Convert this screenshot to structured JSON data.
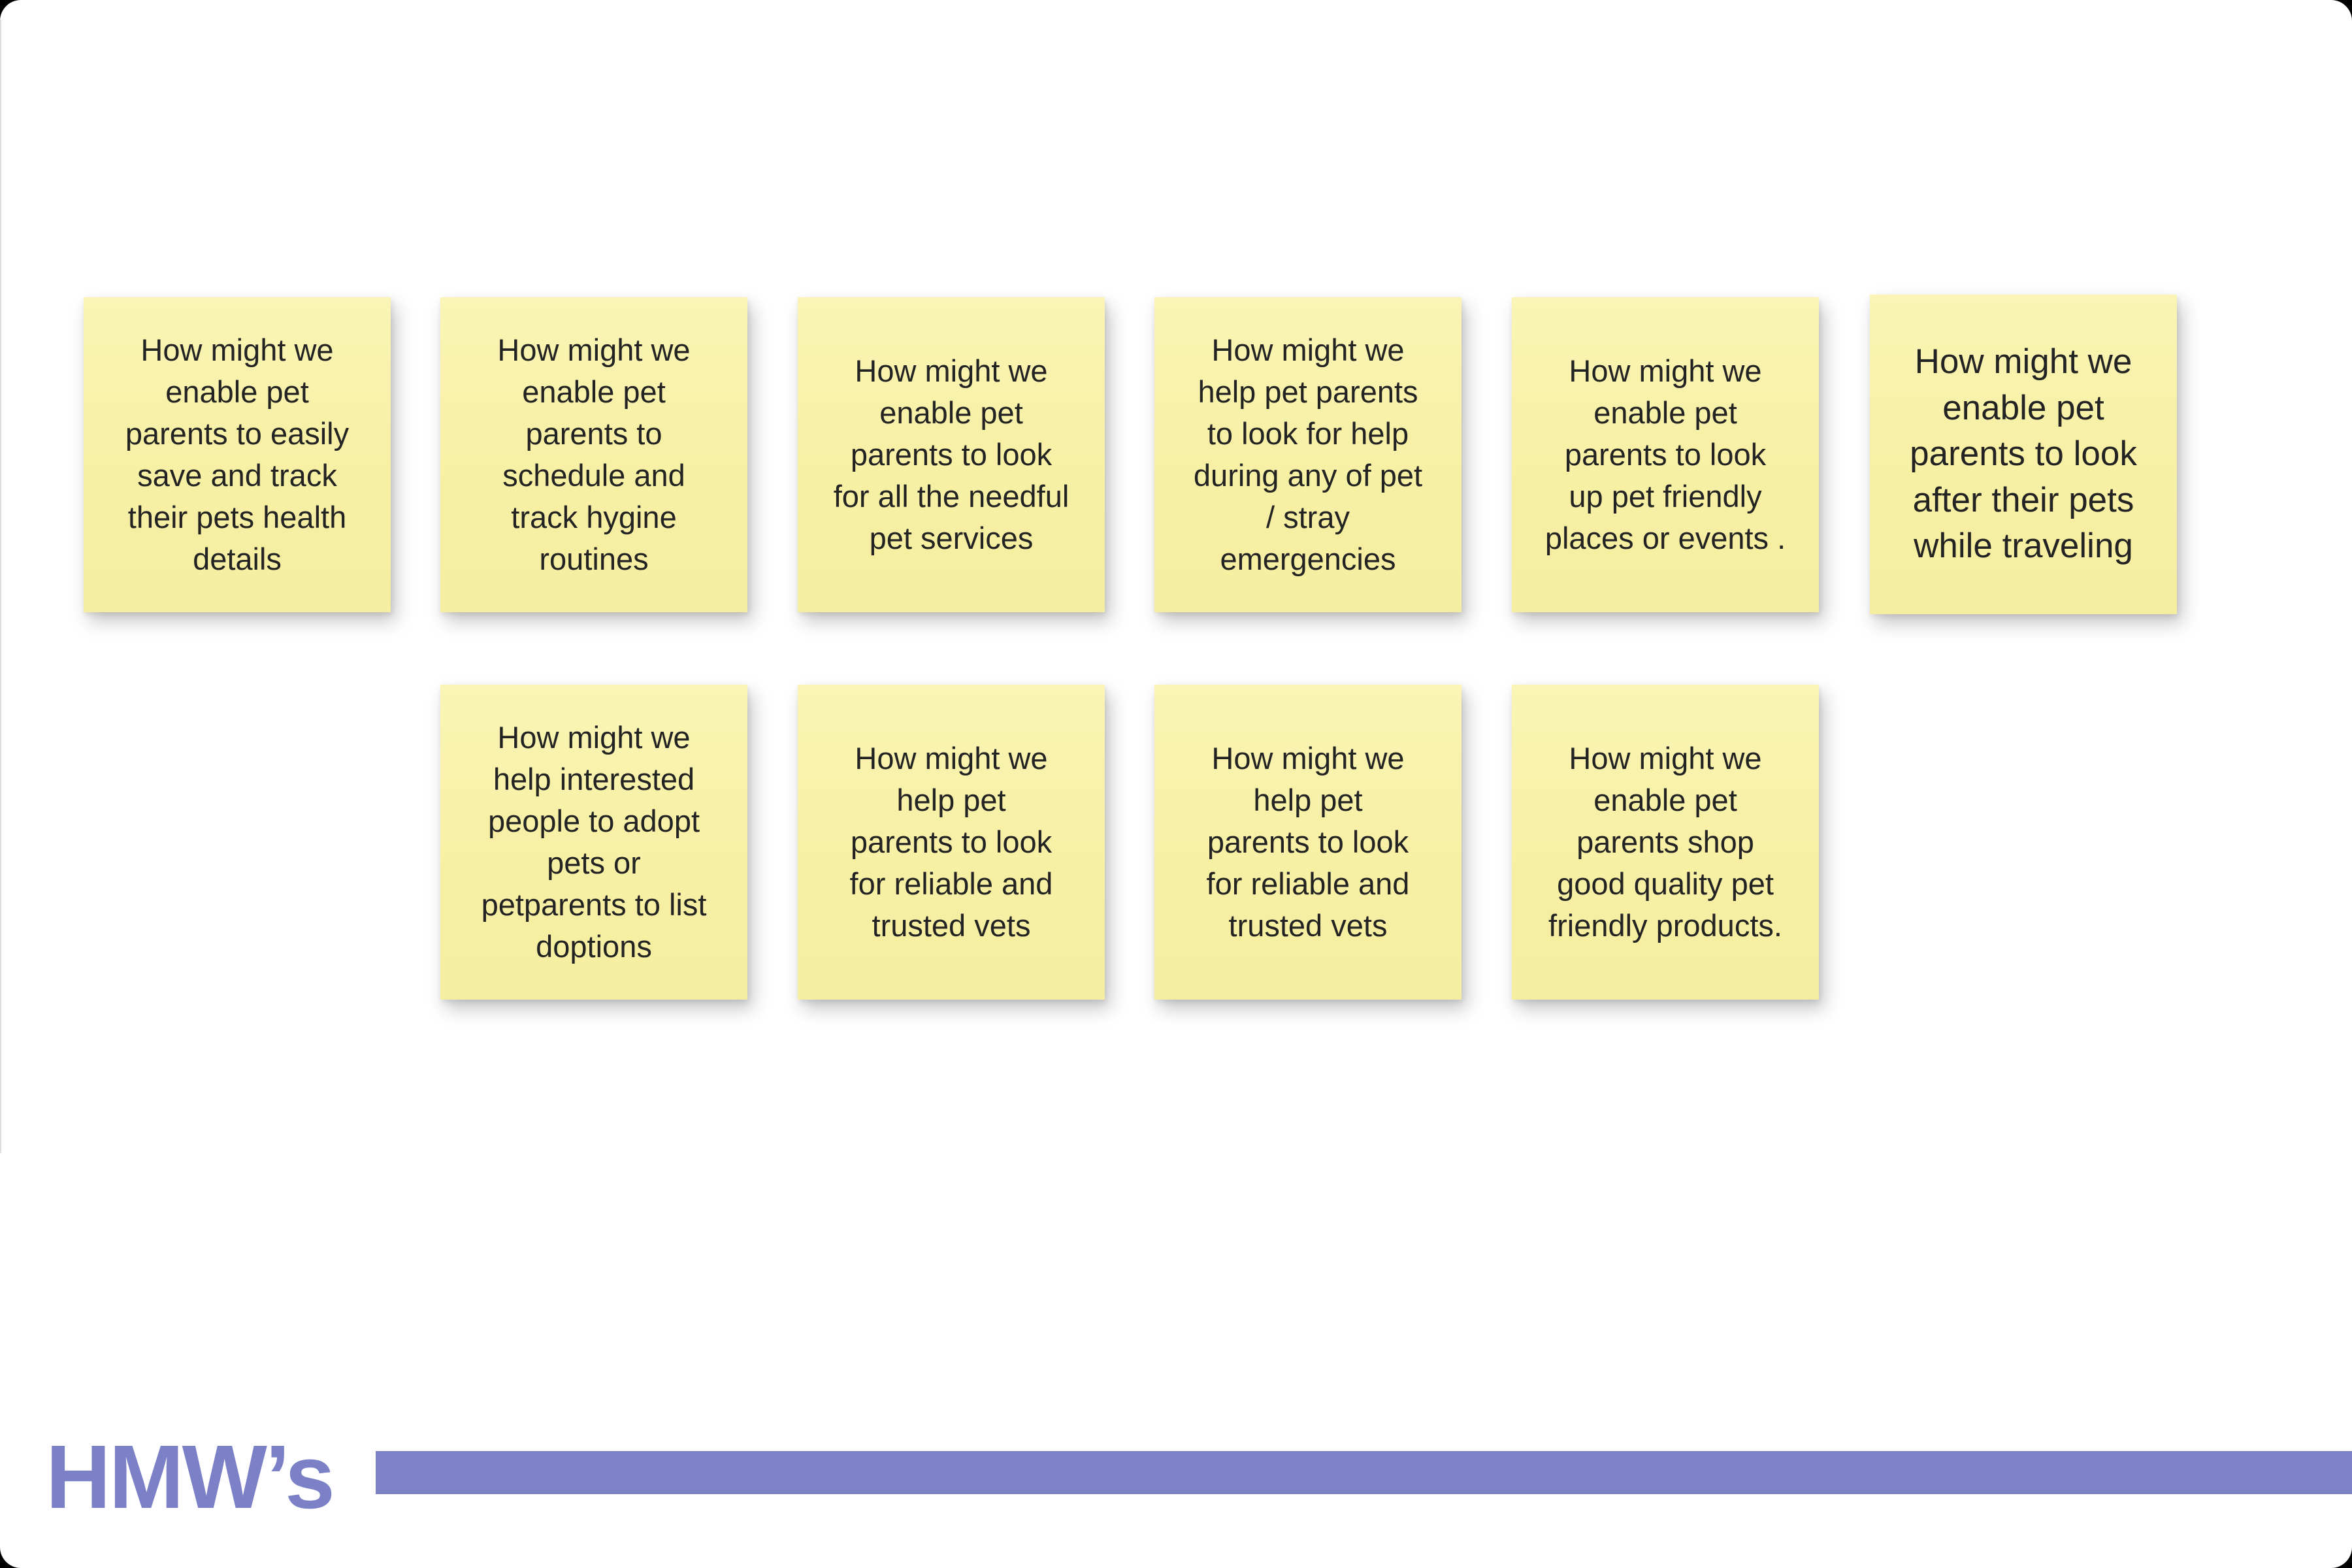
{
  "board": {
    "title": "HMW’s",
    "colors": {
      "note_yellow": "#f6f0a4",
      "accent_purple": "#7d82c7",
      "note_text": "#232323",
      "page_background": "#ffffff",
      "backdrop": "#000000"
    },
    "notes": [
      {
        "text": "How might we\nenable pet\nparents to easily\nsave and track\ntheir pets health\ndetails"
      },
      {
        "text": "How might we\nenable pet\nparents to\nschedule and\ntrack hygine\nroutines"
      },
      {
        "text": "How might we\nenable pet\nparents to look\nfor all the needful\npet services"
      },
      {
        "text": "How might we\nhelp pet parents\nto look for help\nduring any of pet\n/ stray\nemergencies"
      },
      {
        "text": "How might we\nenable pet\nparents to look\nup pet friendly\nplaces or events ."
      },
      {
        "text": "How might we\nenable pet\nparents to look\nafter their pets\nwhile traveling"
      },
      {
        "text": "How might we\nhelp interested\npeople to adopt\npets or\npetparents to list\ndoptions"
      },
      {
        "text": "How might we\nhelp pet\nparents to look\nfor reliable and\ntrusted vets"
      },
      {
        "text": "How might we\nhelp pet\nparents to look\nfor reliable and\ntrusted vets"
      },
      {
        "text": "How might we\nenable pet\nparents shop\ngood quality pet\nfriendly products."
      }
    ]
  }
}
